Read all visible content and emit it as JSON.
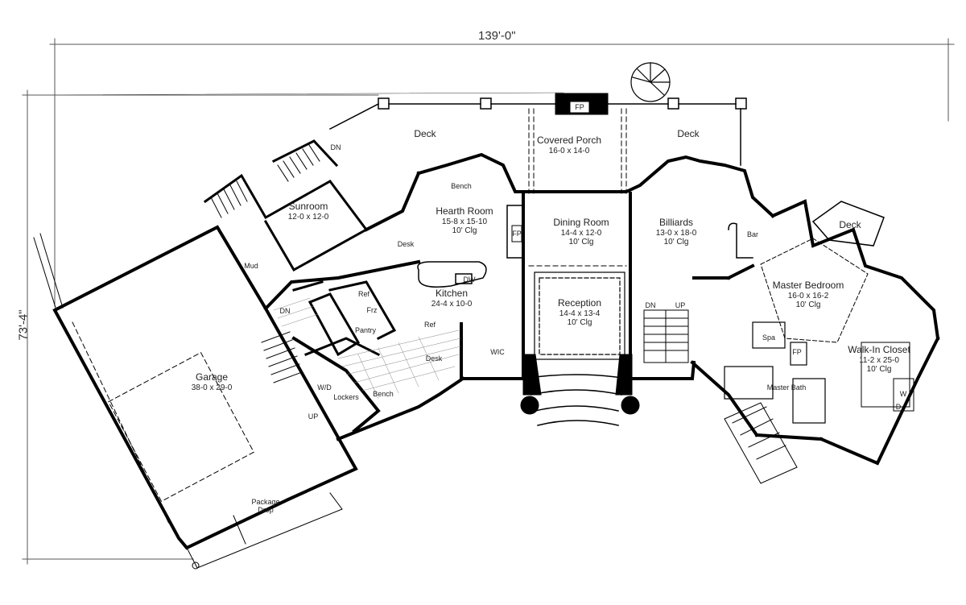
{
  "dimensions": {
    "width": "139'-0\"",
    "depth": "73'-4\""
  },
  "rooms": [
    {
      "id": "deck-left",
      "name": "Deck"
    },
    {
      "id": "covered-porch",
      "name": "Covered Porch",
      "size": "16-0 x 14-0"
    },
    {
      "id": "deck-right",
      "name": "Deck"
    },
    {
      "id": "sunroom",
      "name": "Sunroom",
      "size": "12-0 x 12-0"
    },
    {
      "id": "hearth-room",
      "name": "Hearth Room",
      "size": "15-8 x 15-10",
      "ceiling": "10' Clg"
    },
    {
      "id": "dining-room",
      "name": "Dining Room",
      "size": "14-4 x 12-0",
      "ceiling": "10' Clg"
    },
    {
      "id": "billiards",
      "name": "Billiards",
      "size": "13-0 x 18-0",
      "ceiling": "10' Clg"
    },
    {
      "id": "deck-master",
      "name": "Deck"
    },
    {
      "id": "master-bedroom",
      "name": "Master Bedroom",
      "size": "16-0 x 16-2",
      "ceiling": "10' Clg"
    },
    {
      "id": "kitchen",
      "name": "Kitchen",
      "size": "24-4 x 10-0"
    },
    {
      "id": "reception",
      "name": "Reception",
      "size": "14-4 x 13-4",
      "ceiling": "10' Clg"
    },
    {
      "id": "walk-in-closet",
      "name": "Walk-In Closet",
      "size": "11-2 x 25-0",
      "ceiling": "10' Clg"
    },
    {
      "id": "garage",
      "name": "Garage",
      "size": "38-0 x 29-0"
    },
    {
      "id": "package-drop",
      "name": "Package Drop"
    }
  ],
  "fixtures": {
    "dn_top": "DN",
    "fp_porch": "FP",
    "fp_hearth": "FP",
    "bench": "Bench",
    "desk_hearth": "Desk",
    "bar": "Bar",
    "mud": "Mud",
    "dn_mud": "DN",
    "ref": "Ref",
    "frz": "Frz",
    "pantry": "Pantry",
    "dw": "DW",
    "ref2": "Ref",
    "desk_kitchen": "Desk",
    "wic": "WIC",
    "dn_stair": "DN",
    "up_stair": "UP",
    "spa": "Spa",
    "fp_bath": "FP",
    "master_bath": "Master Bath",
    "wd_mud": "W/D",
    "lockers": "Lockers",
    "bench2": "Bench",
    "up_garage": "UP",
    "w": "W",
    "d": "D"
  }
}
